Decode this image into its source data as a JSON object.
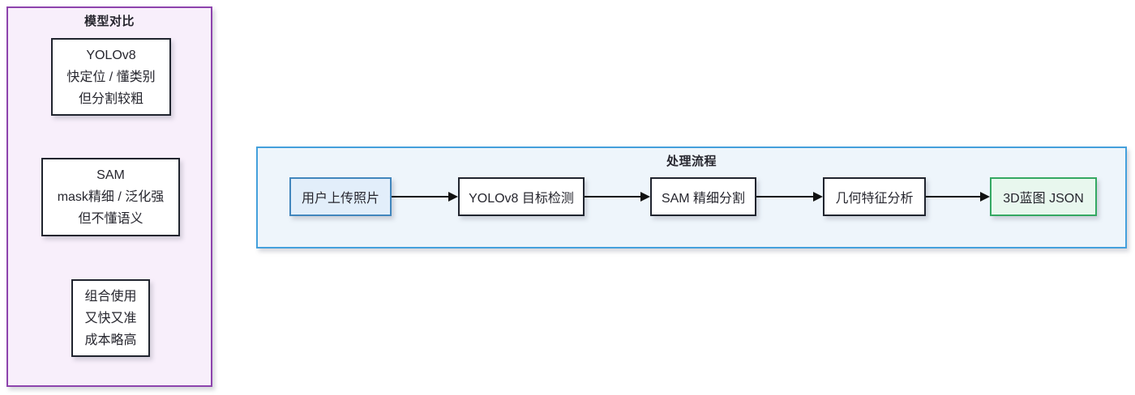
{
  "diagram": {
    "model_comparison": {
      "title": "模型对比",
      "boxes": [
        {
          "lines": [
            "YOLOv8",
            "快定位 / 懂类别",
            "但分割较粗"
          ]
        },
        {
          "lines": [
            "SAM",
            "mask精细 / 泛化强",
            "但不懂语义"
          ]
        },
        {
          "lines": [
            "组合使用",
            "又快又准",
            "成本略高"
          ]
        }
      ]
    },
    "pipeline": {
      "title": "处理流程",
      "nodes": [
        {
          "label": "用户上传照片",
          "style": "input"
        },
        {
          "label": "YOLOv8 目标检测",
          "style": "process"
        },
        {
          "label": "SAM 精细分割",
          "style": "process"
        },
        {
          "label": "几何特征分析",
          "style": "process"
        },
        {
          "label": "3D蓝图 JSON",
          "style": "output"
        }
      ]
    }
  },
  "colors": {
    "panel_purple_border": "#8d44ad",
    "panel_purple_fill": "#f8effb",
    "panel_blue_border": "#44a0dc",
    "panel_blue_fill": "#eef5fb",
    "node_input_border": "#4186bd",
    "node_input_fill": "#e2eefa",
    "node_output_border": "#34a862",
    "node_output_fill": "#e8f7ee",
    "node_default_border": "#20242e",
    "node_default_fill": "#ffffff",
    "arrow_color": "#111111",
    "text_color": "#26262e"
  }
}
